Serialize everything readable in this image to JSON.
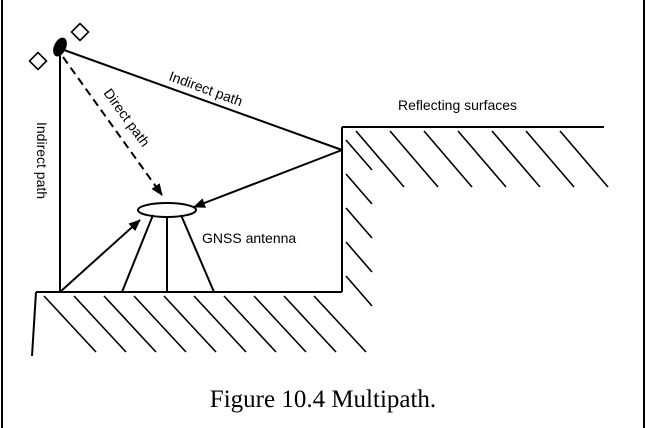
{
  "labels": {
    "indirect_path_top": "Indirect path",
    "indirect_path_left": "Indirect path",
    "direct_path": "Direct path",
    "reflecting_surfaces": "Reflecting surfaces",
    "gnss_antenna": "GNSS antenna"
  },
  "caption": "Figure 10.4 Multipath."
}
